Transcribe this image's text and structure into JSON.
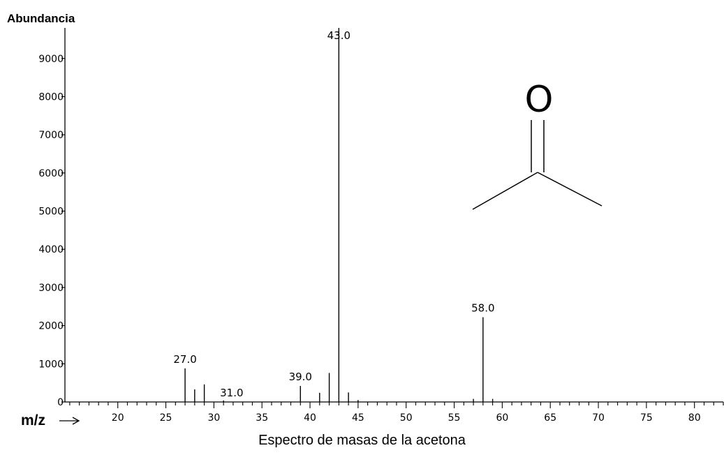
{
  "caption": "Espectro de masas de la acetona",
  "chart_data": {
    "type": "bar",
    "ylabel": "Abundancia",
    "xlabel": "m/z",
    "xlim": [
      14.5,
      83
    ],
    "ylim": [
      0,
      9800
    ],
    "x_ticks": [
      20,
      25,
      30,
      35,
      40,
      45,
      50,
      55,
      60,
      65,
      70,
      75,
      80
    ],
    "y_ticks": [
      0,
      1000,
      2000,
      3000,
      4000,
      5000,
      6000,
      7000,
      8000,
      9000
    ],
    "peaks": [
      {
        "mz": 27,
        "abundance": 880,
        "label": "27.0"
      },
      {
        "mz": 28,
        "abundance": 330
      },
      {
        "mz": 29,
        "abundance": 460
      },
      {
        "mz": 31,
        "abundance": 40,
        "label": "31.0"
      },
      {
        "mz": 39,
        "abundance": 420,
        "label": "39.0"
      },
      {
        "mz": 41,
        "abundance": 240
      },
      {
        "mz": 42,
        "abundance": 760
      },
      {
        "mz": 43,
        "abundance": 9800,
        "label": "43.0"
      },
      {
        "mz": 44,
        "abundance": 250
      },
      {
        "mz": 45,
        "abundance": 50
      },
      {
        "mz": 57,
        "abundance": 80
      },
      {
        "mz": 58,
        "abundance": 2220,
        "label": "58.0"
      },
      {
        "mz": 59,
        "abundance": 80
      }
    ]
  },
  "structure": {
    "atom": "O",
    "icon": "acetone-structure-icon"
  }
}
